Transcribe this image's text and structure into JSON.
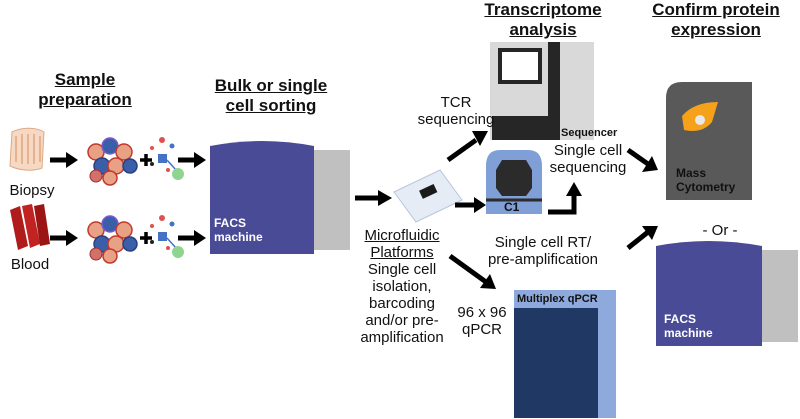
{
  "headers": {
    "sample_prep_line1": "Sample",
    "sample_prep_line2": "preparation",
    "sorting_line1": "Bulk or single",
    "sorting_line2": "cell sorting",
    "transcriptome_line1": "Transcriptome",
    "transcriptome_line2": "analysis",
    "protein_line1": "Confirm protein",
    "protein_line2": "expression"
  },
  "samples": {
    "biopsy": "Biopsy",
    "blood": "Blood"
  },
  "facs": {
    "label_line1": "FACS",
    "label_line2": "machine"
  },
  "microfluidic": {
    "title_line1": "Microfluidic",
    "title_line2": "Platforms",
    "desc_line1": "Single cell",
    "desc_line2": "isolation,",
    "desc_line3": "barcoding",
    "desc_line4": "and/or pre-",
    "desc_line5": "amplification"
  },
  "tcr": {
    "line1": "TCR",
    "line2": "sequencing"
  },
  "sequencer_label": "Sequencer",
  "c1_label": "C1",
  "single_cell_seq": {
    "line1": "Single cell",
    "line2": "sequencing"
  },
  "rt_preamp": {
    "line1": "Single cell RT/",
    "line2": "pre-amplification"
  },
  "qpcr": {
    "line1": "96 x 96",
    "line2": "qPCR"
  },
  "multiplex_label": "Multiplex qPCR",
  "mass_cytometry": {
    "line1": "Mass",
    "line2": "Cytometry"
  },
  "or_label": "- Or -",
  "facs2": {
    "label_line1": "FACS",
    "label_line2": "machine"
  },
  "colors": {
    "facs_blue": "#4a4b96",
    "facs_gray": "#c0c0c0",
    "c1_blue": "#7f9fd6",
    "qpcr_light": "#8ea9dc",
    "qpcr_dark": "#203864",
    "mass_gray": "#595959",
    "orange": "#f5a11a"
  }
}
